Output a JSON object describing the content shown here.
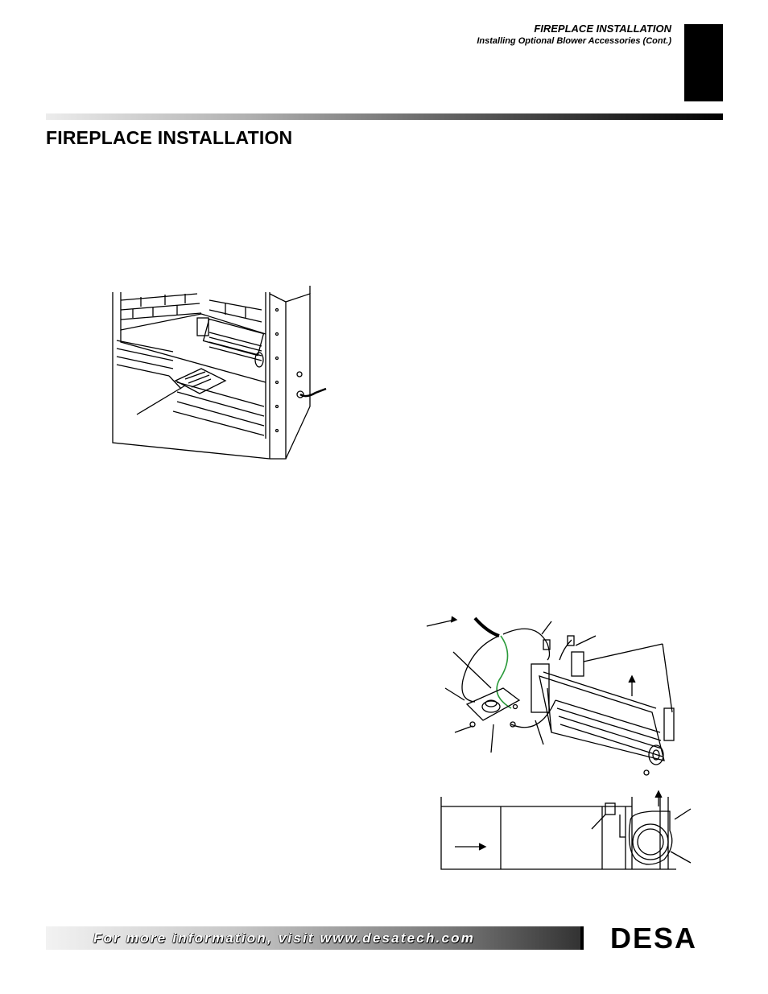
{
  "header": {
    "section": "FIREPLACE INSTALLATION",
    "subsection": "Installing Optional Blower Accessories (Cont.)"
  },
  "page_title": "FIREPLACE INSTALLATION",
  "footer": {
    "text": "For more information, visit www.desatech.com",
    "logo_text": "DESA"
  },
  "figures": [
    {
      "id": "fireplace-cutaway",
      "depicts": "fireplace with installed blower and wiring diagram label"
    },
    {
      "id": "blower-wiring",
      "depicts": "blower assembly with wires and thermostat bracket"
    },
    {
      "id": "blower-side-view",
      "depicts": "side view of blower mounted in fireplace"
    }
  ]
}
